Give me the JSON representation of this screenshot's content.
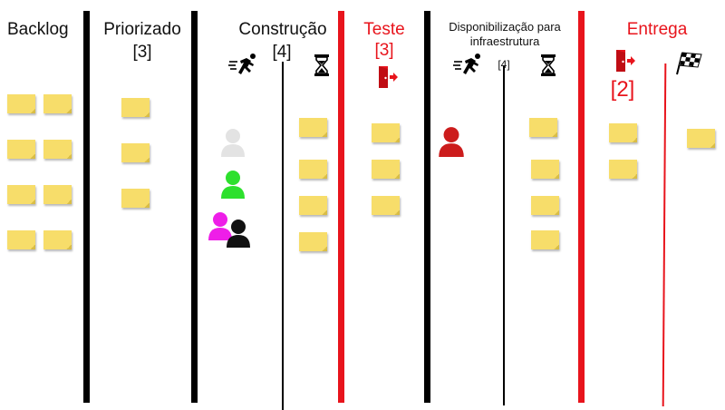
{
  "columns": {
    "backlog": {
      "title": "Backlog"
    },
    "priorizado": {
      "title": "Priorizado",
      "wip": "[3]"
    },
    "construcao": {
      "title": "Construção",
      "wip": "[4]"
    },
    "teste": {
      "title": "Teste",
      "wip": "[3]"
    },
    "disponibilizacao": {
      "title_line1": "Disponibilização para",
      "title_line2": "infraestrutura",
      "wip": "[4]"
    },
    "entrega": {
      "title": "Entrega",
      "wip": "[2]"
    }
  },
  "icons": {
    "doing": "running-person-icon",
    "waiting": "hourglass-icon",
    "exit": "exit-door-icon",
    "finish": "checkered-flag-icon",
    "person": "person-icon"
  },
  "colors": {
    "accent_red": "#e8141c",
    "sticky_note": "#f7dd6a",
    "person_gray": "#e3e3e3",
    "person_green": "#2de02d",
    "person_magenta": "#ee1ee8",
    "person_black": "#111111",
    "person_red": "#cc1c1c"
  }
}
